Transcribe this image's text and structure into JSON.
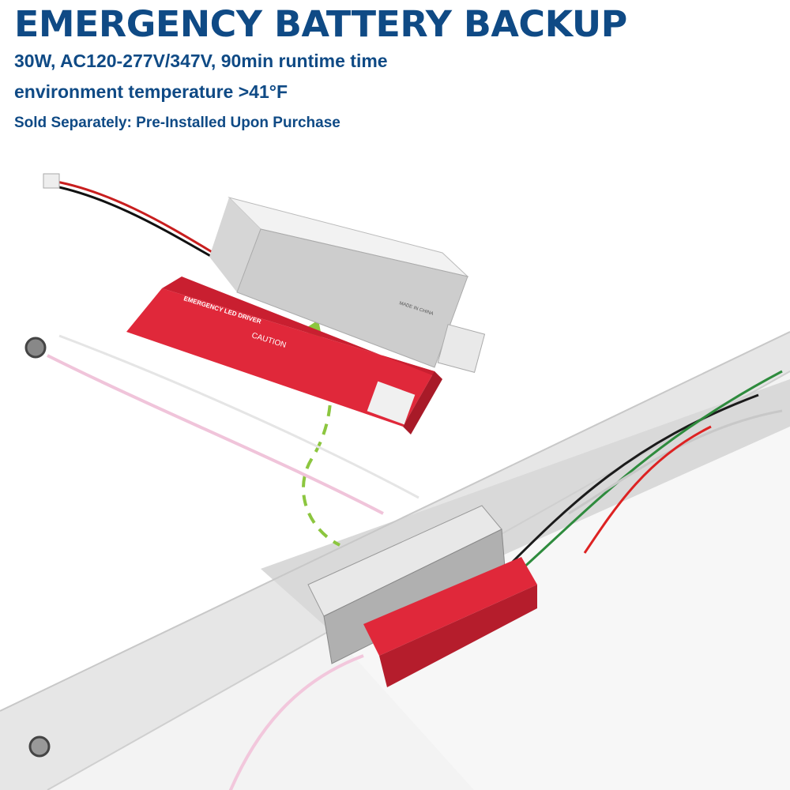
{
  "header": {
    "title": "EMERGENCY BATTERY BACKUP",
    "line1": "30W, AC120-277V/347V, 90min runtime time",
    "line2": "environment temperature >41°F",
    "line3": "Sold Separately: Pre-Installed Upon Purchase"
  },
  "product": {
    "driver_label": "EMERGENCY LED DRIVER",
    "caution_label": "CAUTION",
    "battery_label": "MADE IN CHINA"
  },
  "colors": {
    "text": "#0f4a85",
    "driver_red": "#e0283a",
    "arrow_green": "#8cc63f"
  }
}
